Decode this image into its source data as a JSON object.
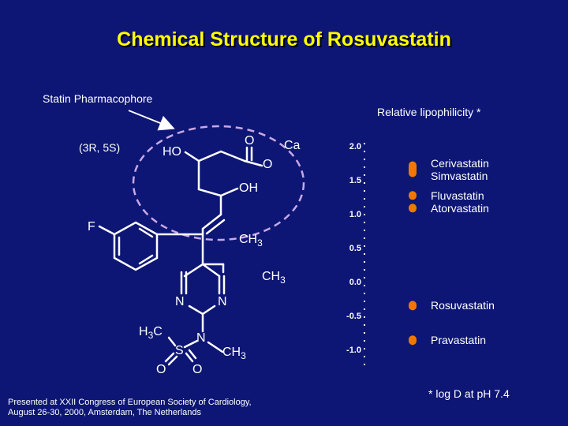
{
  "title": "Chemical Structure of Rosuvastatin",
  "pharmacophore_label": "Statin Pharmacophore",
  "stereo_label": "(3R, 5S)",
  "atoms": {
    "ho": "HO",
    "o_carbonyl": "O",
    "ca": "Ca",
    "o_carboxylate": "O",
    "oh": "OH",
    "f": "F",
    "ch3_a": {
      "main": "CH",
      "sub": "3"
    },
    "ch3_b": {
      "main": "CH",
      "sub": "3"
    },
    "n_left": "N",
    "n_right": "N",
    "h3c": {
      "pre": "H",
      "sub": "3",
      "post": "C"
    },
    "s": "S",
    "n_sulfonamide": "N",
    "ch3_c": {
      "main": "CH",
      "sub": "3"
    },
    "o_left": "O",
    "o_right": "O"
  },
  "scale": {
    "title": "Relative lipophilicity *",
    "ticks": [
      "2.0",
      "1.5",
      "1.0",
      "0.5",
      "0.0",
      "-0.5",
      "-1.0"
    ],
    "tick_values": [
      2.0,
      1.5,
      1.0,
      0.5,
      0.0,
      -0.5,
      -1.0
    ],
    "marker_color": "#f07800",
    "entries": [
      {
        "value": 1.68,
        "names": [
          "Cerivastatin",
          "Simvastatin"
        ],
        "marker": "tall"
      },
      {
        "value": 1.2,
        "names": [
          "Fluvastatin",
          "Atorvastatin"
        ],
        "marker": "pair"
      },
      {
        "value": -0.33,
        "names": [
          "Rosuvastatin"
        ],
        "marker": "dot"
      },
      {
        "value": -0.84,
        "names": [
          "Pravastatin"
        ],
        "marker": "dot"
      }
    ]
  },
  "footnote": "* log D at pH 7.4",
  "citation": [
    "Presented at XXII Congress of European Society of Cardiology,",
    "August 26-30, 2000, Amsterdam, The Netherlands"
  ],
  "colors": {
    "background": "#0d1674",
    "title": "#ffff00",
    "ellipse": "#c8a8e6"
  }
}
